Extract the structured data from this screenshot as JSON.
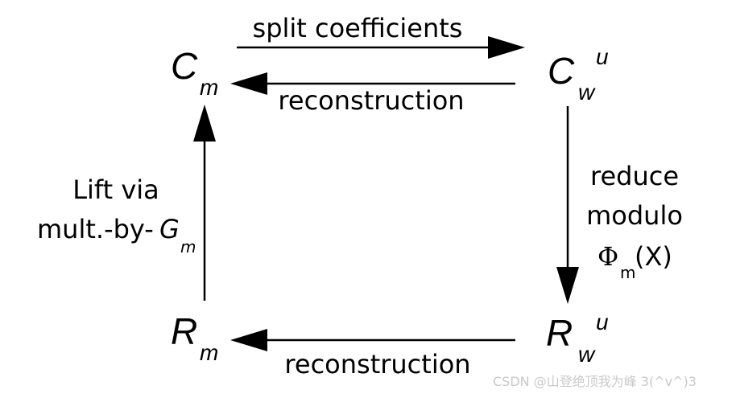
{
  "nodes": {
    "top_left": {
      "main": "C",
      "sub": "m",
      "sup": ""
    },
    "top_right": {
      "main": "C",
      "sub": "w",
      "sup": "u"
    },
    "bottom_left": {
      "main": "R",
      "sub": "m",
      "sup": ""
    },
    "bottom_right": {
      "main": "R",
      "sub": "w",
      "sup": "u"
    }
  },
  "edges": {
    "top_forward": "split coefficients",
    "top_back": "reconstruction",
    "bottom_back": "reconstruction",
    "right_down": {
      "line1": "reduce",
      "line2": "modulo",
      "phi": "Φ",
      "phi_sub": "m",
      "phi_arg": "(X)"
    },
    "left_up": {
      "line1": "Lift via",
      "line2_prefix": "mult.-by-",
      "g": "G",
      "g_sub": "m"
    }
  },
  "watermark": "CSDN @山登绝顶我为峰 3(^v^)3"
}
